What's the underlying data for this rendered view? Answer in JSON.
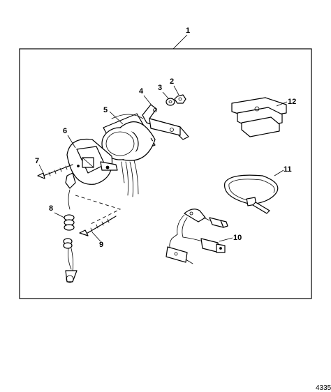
{
  "callouts": {
    "c1": "1",
    "c2": "2",
    "c3": "3",
    "c4": "4",
    "c5": "5",
    "c6": "6",
    "c7": "7",
    "c8": "8",
    "c9": "9",
    "c10": "10",
    "c11": "11",
    "c12": "12"
  },
  "figure_id": "4335"
}
